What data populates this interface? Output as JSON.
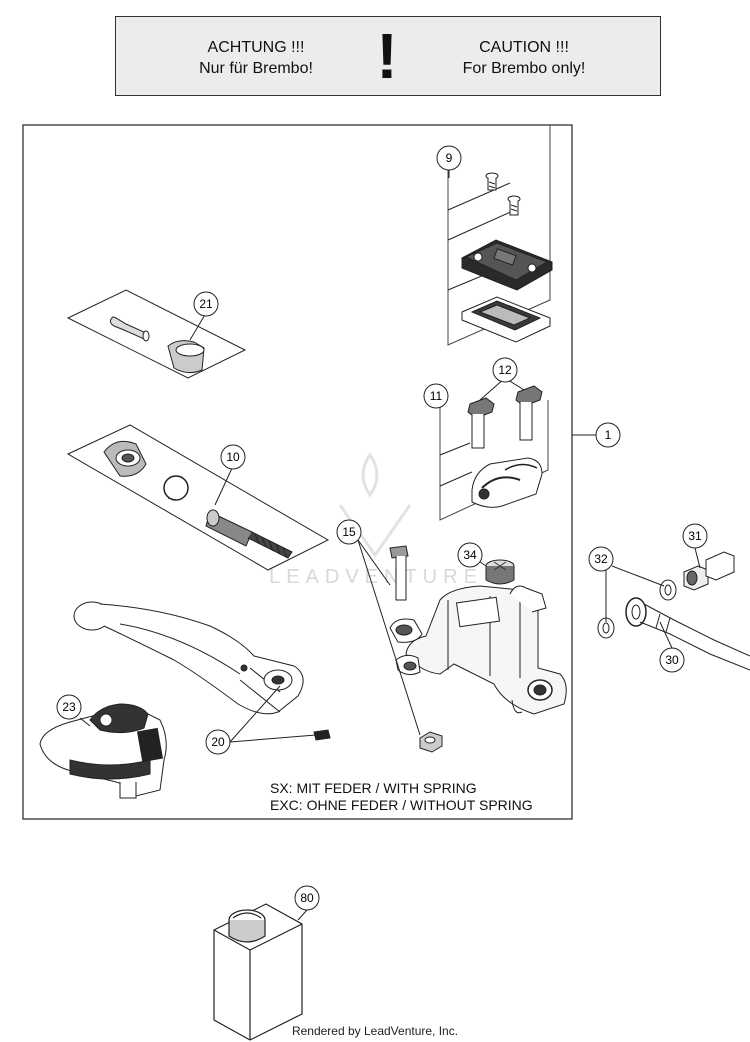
{
  "warning": {
    "de_title": "ACHTUNG !!!",
    "de_text": "Nur für Brembo!",
    "symbol": "!",
    "en_title": "CAUTION !!!",
    "en_text": "For Brembo only!"
  },
  "callouts": {
    "c1": "1",
    "c9": "9",
    "c10": "10",
    "c11": "11",
    "c12": "12",
    "c15": "15",
    "c20": "20",
    "c21": "21",
    "c23": "23",
    "c30": "30",
    "c31": "31",
    "c32": "32",
    "c34": "34",
    "c80": "80"
  },
  "notes": {
    "line1": "SX: MIT FEDER / WITH SPRING",
    "line2": "EXC: OHNE FEDER / WITHOUT SPRING"
  },
  "watermark": "LEADVENTURE",
  "credit": "Rendered by LeadVenture, Inc."
}
